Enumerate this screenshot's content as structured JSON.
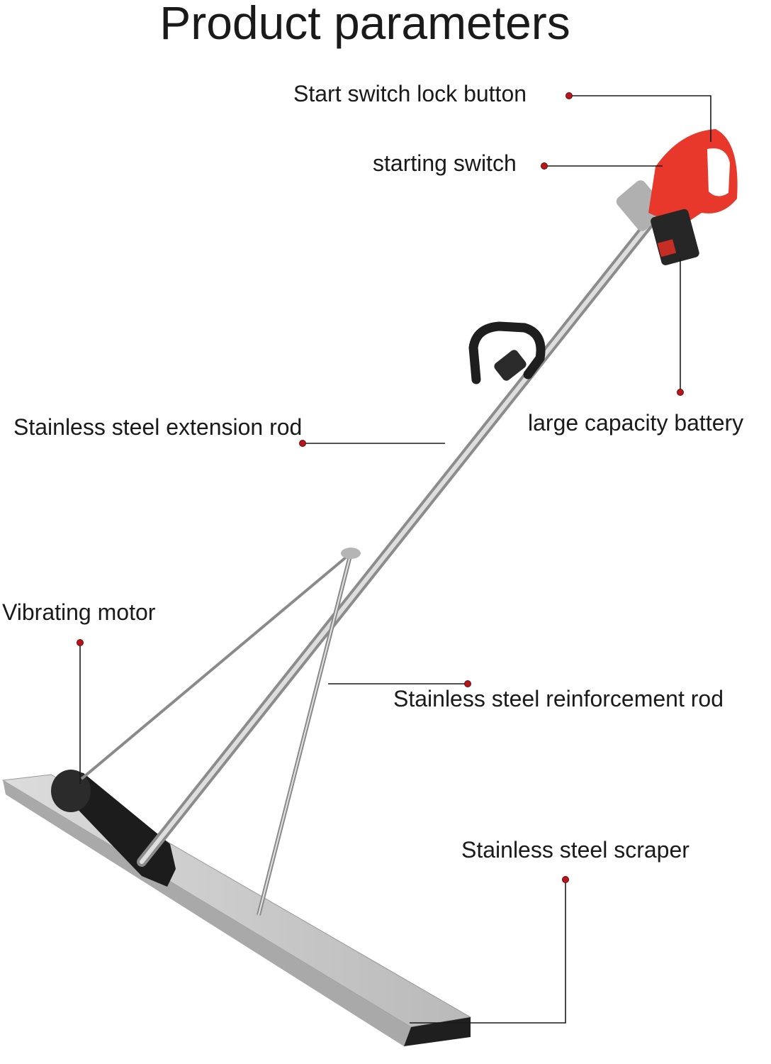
{
  "title": "Product parameters",
  "callouts": [
    {
      "id": "start-switch-lock-button",
      "label": "Start switch lock button"
    },
    {
      "id": "starting-switch",
      "label": "starting switch"
    },
    {
      "id": "stainless-steel-extension-rod",
      "label": "Stainless steel extension rod"
    },
    {
      "id": "large-capacity-battery",
      "label": "large capacity battery"
    },
    {
      "id": "vibrating-motor",
      "label": "Vibrating motor"
    },
    {
      "id": "stainless-steel-reinforcement-rod",
      "label": "Stainless steel reinforcement rod"
    },
    {
      "id": "stainless-steel-scraper",
      "label": "Stainless steel scraper"
    }
  ],
  "colors": {
    "tool_body": "#e8382c",
    "marker": "#b3161c",
    "leader_line": "#1a1a1a",
    "steel": "#c9c9c9",
    "motor": "#1c1c1c"
  }
}
